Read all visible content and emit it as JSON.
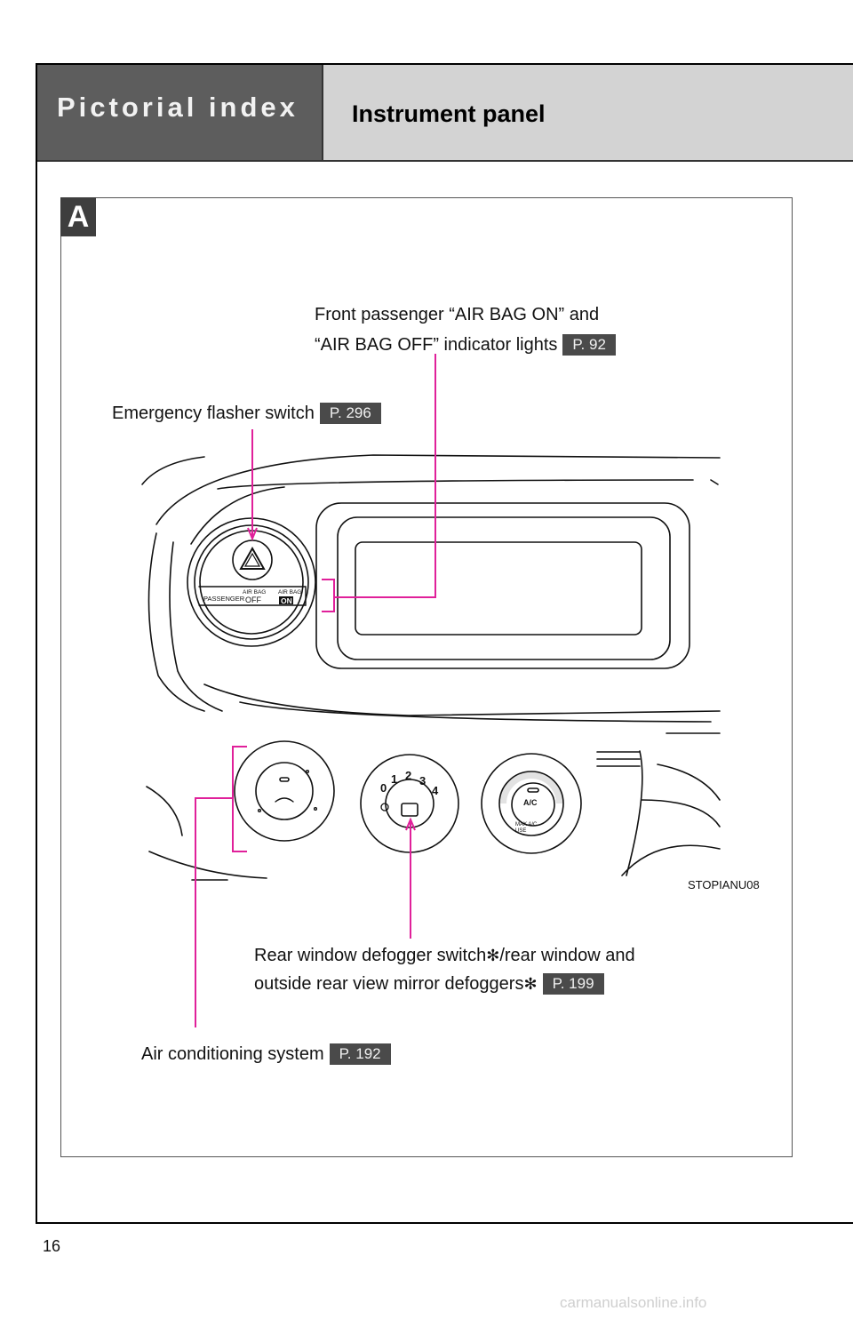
{
  "header": {
    "section_title": "Pictorial index",
    "page_title": "Instrument panel"
  },
  "section_tag": "A",
  "callouts": {
    "airbag_line1": "Front passenger “AIR BAG ON” and",
    "airbag_line2": "“AIR BAG OFF” indicator lights",
    "airbag_ref": "P. 92",
    "flasher_label": "Emergency flasher switch",
    "flasher_ref": "P. 296",
    "defogger_line1": "Rear window defogger switch",
    "defogger_line1_tail": "/rear window and",
    "defogger_line2": "outside rear view mirror defoggers",
    "defogger_ref": "P. 199",
    "ac_label": "Air conditioning system",
    "ac_ref": "P. 192",
    "asterisk": "✻"
  },
  "panel": {
    "passenger": "PASSENGER",
    "airbag_off_top": "AIR BAG",
    "airbag_off": "OFF",
    "airbag_on_top": "AIR BAG",
    "airbag_on": "ON",
    "fan_speeds": [
      "0",
      "1",
      "2",
      "3",
      "4"
    ],
    "ac_button": "A/C",
    "max_ac": "MAX A/C",
    "use": "USE"
  },
  "figure_id": "STOPIANU08",
  "page_number": "16",
  "watermark": "carmanualsonline.info",
  "colors": {
    "header_dark": "#5d5d5d",
    "header_light": "#d3d3d3",
    "leader_line": "#e0209a",
    "ref_badge": "#4a4a4a"
  }
}
